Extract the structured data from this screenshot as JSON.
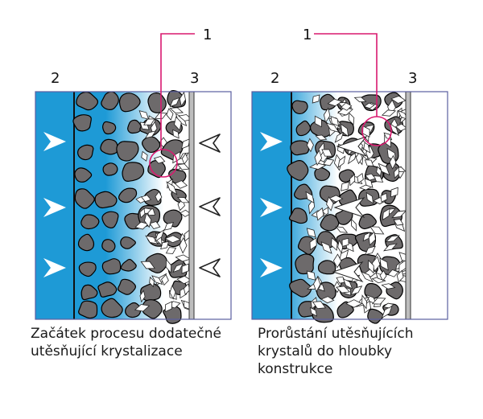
{
  "colors": {
    "water": "#1e9ad6",
    "water_light": "#ffffff",
    "aggregate": "#6d6a6b",
    "aggregate_stroke": "#000000",
    "panel_border": "#5a5fa0",
    "leader": "#d9196f",
    "crystal_fill": "#ffffff",
    "membrane": "#bdbdbd",
    "arrow_open": "#ffffff"
  },
  "icons": {
    "water_flow": "right-pointing-triangle-icon",
    "crystal_growth": "left-pointing-arrow-icon",
    "counter_pressure": "left-pointing-open-chevron-icon"
  },
  "panels": [
    {
      "labels": {
        "leader": "1",
        "water_side": "2",
        "surface": "3"
      },
      "caption": "Začátek procesu dodatečné\nutěsňující krystalizace"
    },
    {
      "labels": {
        "leader": "1",
        "water_side": "2",
        "surface": "3"
      },
      "caption": "Prorůstání utěsňujících\nkrystalů do hloubky\nkonstrukce"
    }
  ]
}
